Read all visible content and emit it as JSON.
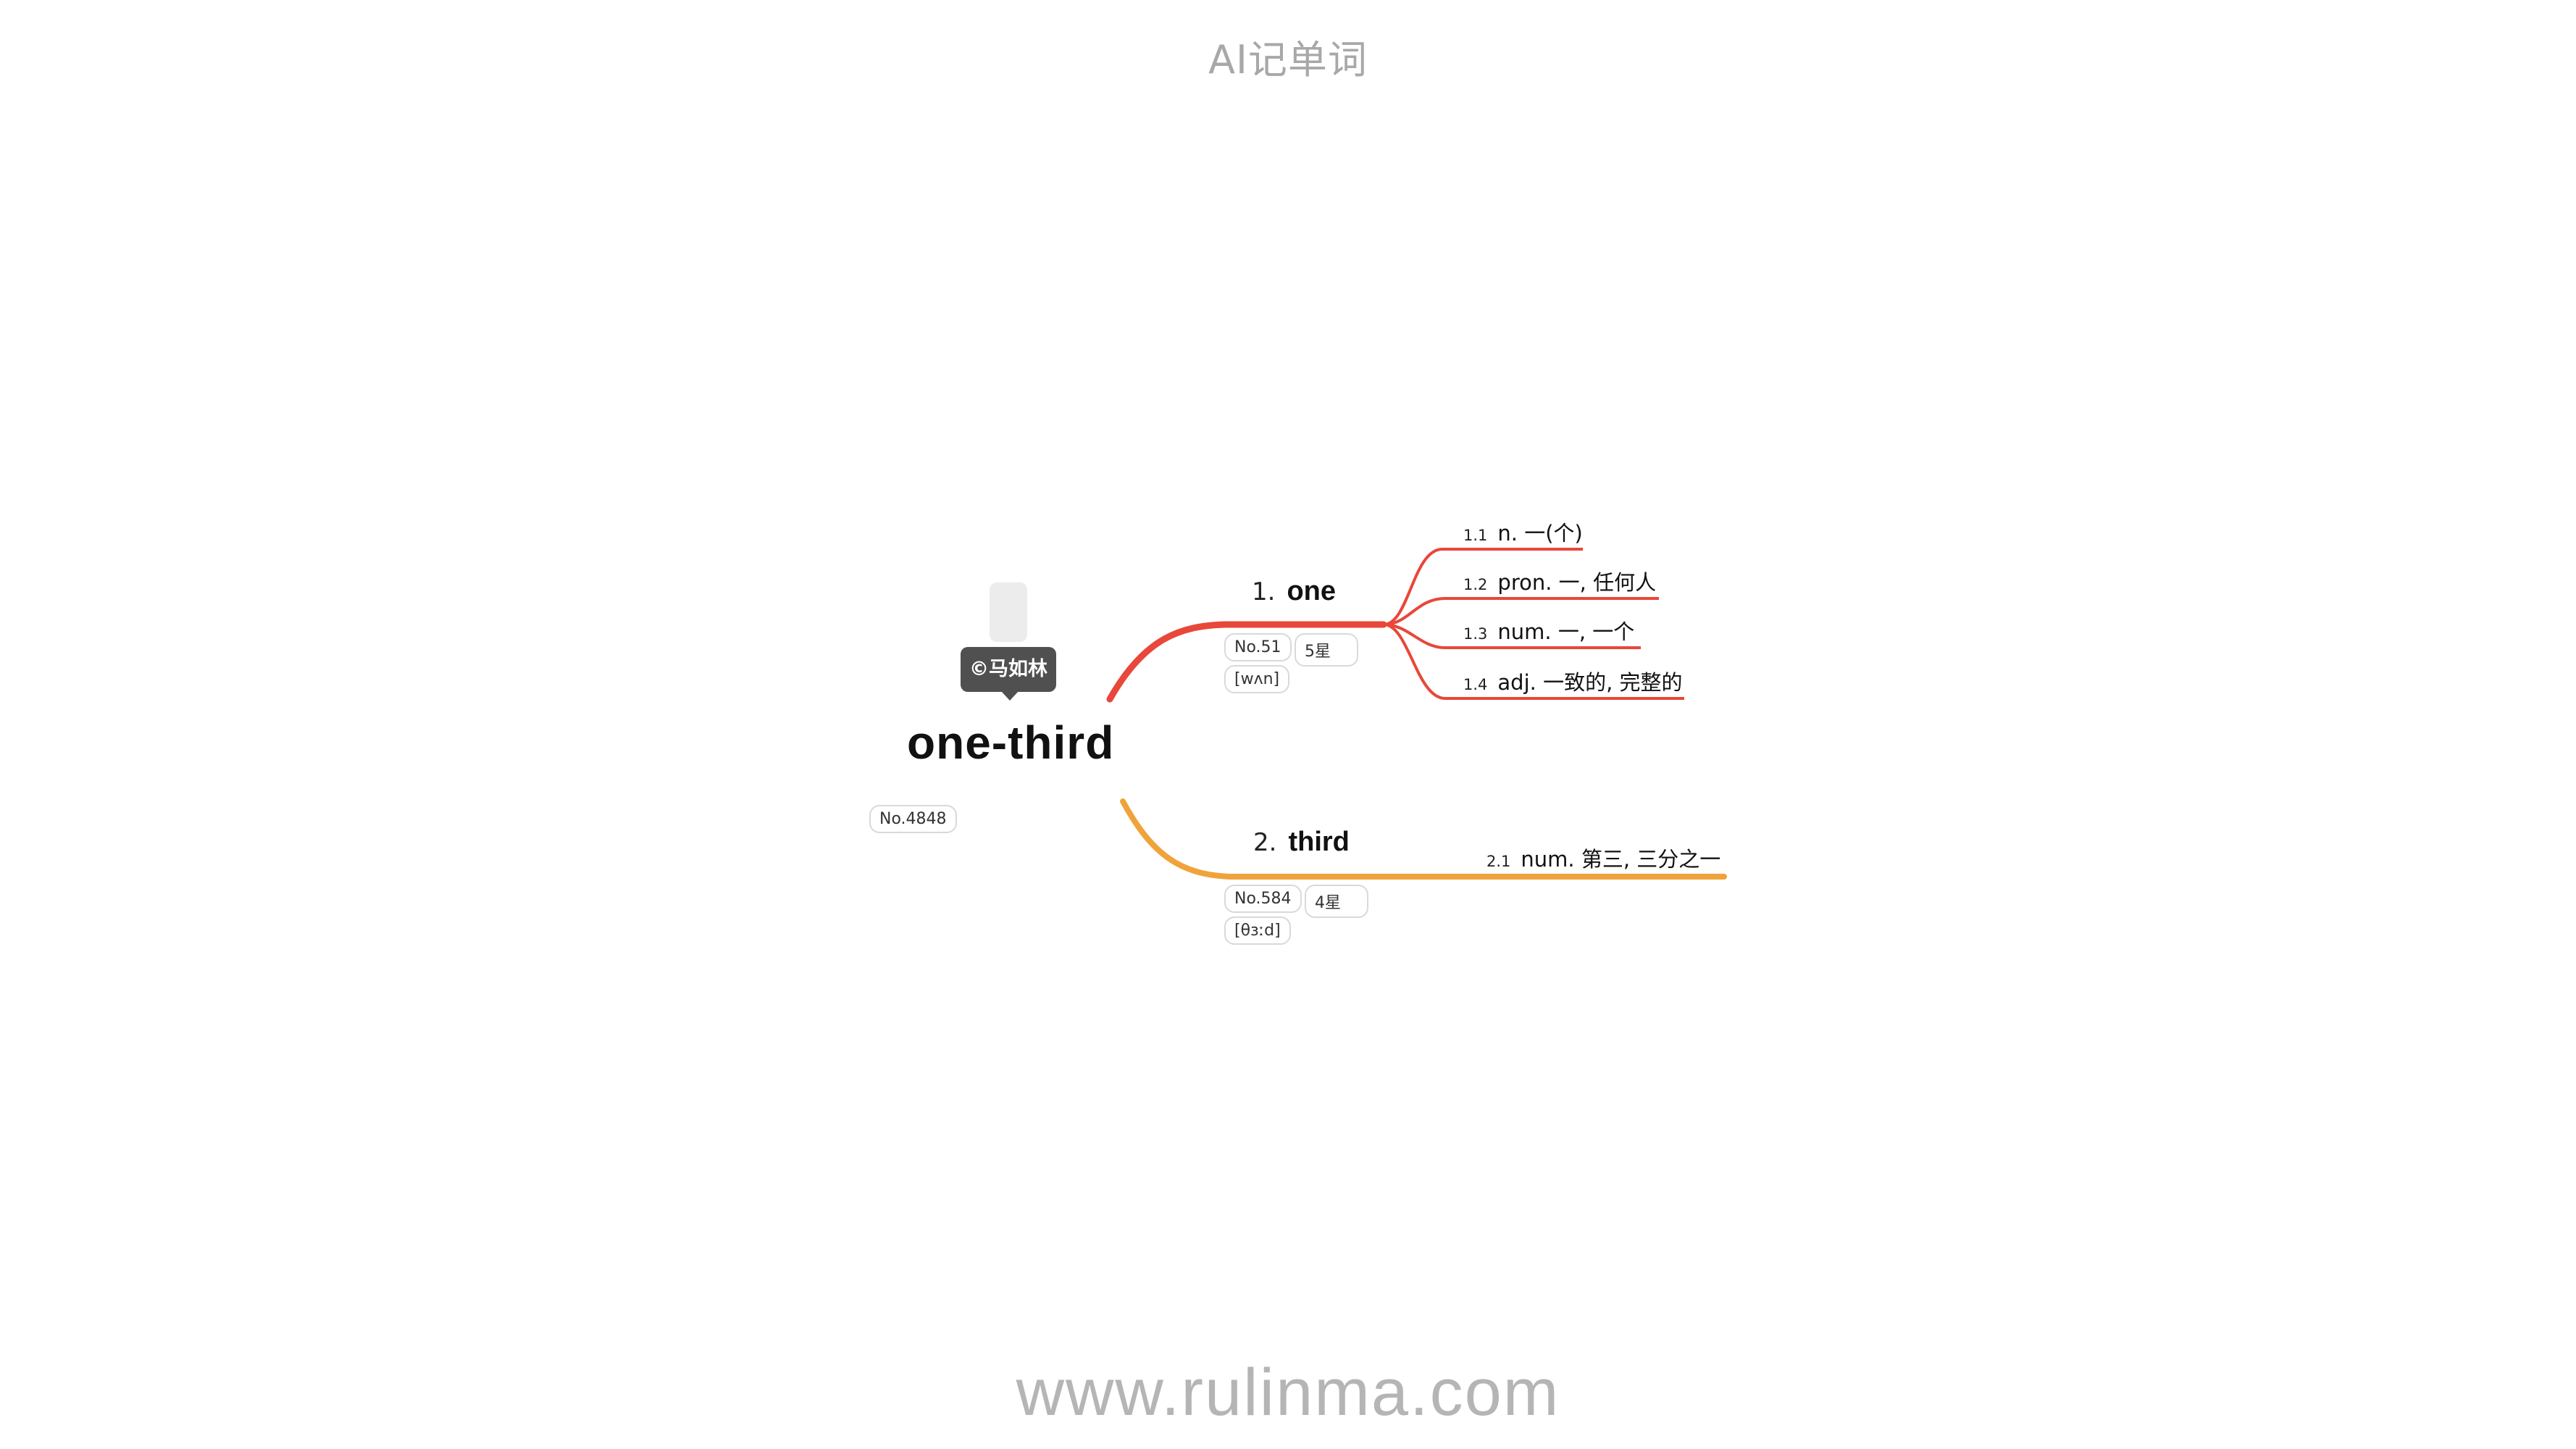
{
  "header": {
    "title": "AI记单词"
  },
  "footer": {
    "url": "www.rulinma.com"
  },
  "root": {
    "word": "one-third",
    "rank": "No.4848",
    "credit": "©马如林"
  },
  "branches": [
    {
      "index": "1.",
      "word": "one",
      "rank": "No.51",
      "stars": "5星",
      "phonetic": "[wʌn]",
      "color": "#e8473a",
      "meanings": [
        {
          "idx": "1.1",
          "text": "n. 一(个)"
        },
        {
          "idx": "1.2",
          "text": "pron. 一, 任何人"
        },
        {
          "idx": "1.3",
          "text": "num. 一, 一个"
        },
        {
          "idx": "1.4",
          "text": "adj. 一致的, 完整的"
        }
      ]
    },
    {
      "index": "2.",
      "word": "third",
      "rank": "No.584",
      "stars": "4星",
      "phonetic": "[θɜːd]",
      "color": "#f0a33a",
      "meanings": [
        {
          "idx": "2.1",
          "text": "num. 第三, 三分之一"
        }
      ]
    }
  ]
}
